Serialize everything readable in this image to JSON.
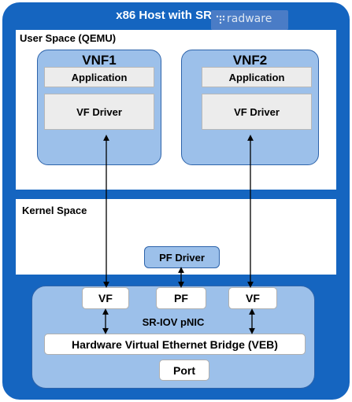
{
  "host": {
    "title": "x86 Host with SR-IOV",
    "logo_text": "radware"
  },
  "user_space": {
    "label": "User Space (QEMU)",
    "vnfs": [
      {
        "title": "VNF1",
        "application": "Application",
        "driver": "VF Driver"
      },
      {
        "title": "VNF2",
        "application": "Application",
        "driver": "VF Driver"
      }
    ]
  },
  "kernel_space": {
    "label": "Kernel Space",
    "pf_driver": "PF Driver"
  },
  "nic": {
    "label": "SR-IOV pNIC",
    "functions": [
      "VF",
      "PF",
      "VF"
    ],
    "bridge": "Hardware Virtual Ethernet Bridge (VEB)",
    "port": "Port"
  },
  "colors": {
    "host": "#1565c0",
    "box_fill": "#9cc0ea",
    "box_border": "#2d63aa",
    "inner_fill": "#ececec"
  }
}
